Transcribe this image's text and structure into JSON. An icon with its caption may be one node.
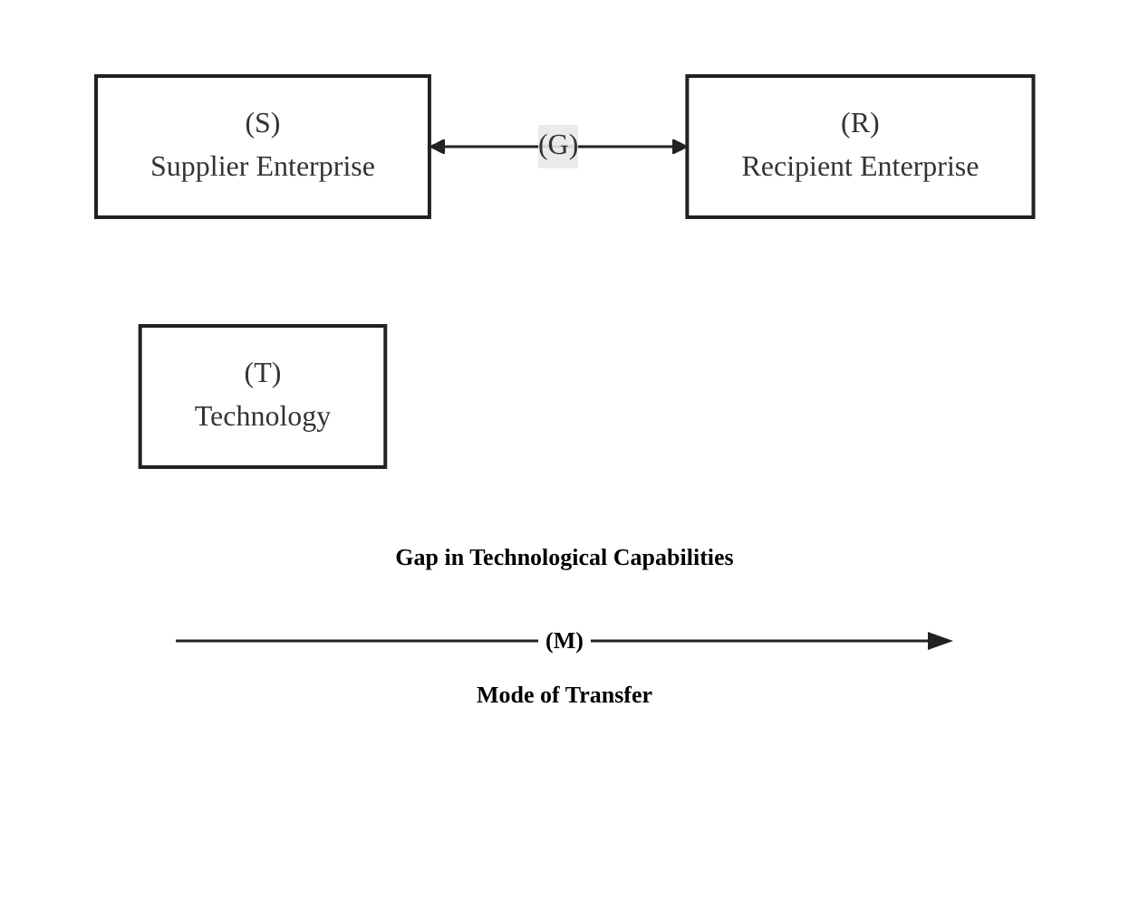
{
  "diagram": {
    "nodes": [
      {
        "text": [
          "(S)",
          "Supplier Enterprise"
        ]
      },
      {
        "text": [
          "(T)",
          "Technology"
        ]
      },
      {
        "text": [
          "(R)",
          "Recipient Enterprise"
        ]
      }
    ],
    "edges": [
      {
        "from": 0,
        "to": 2,
        "arrow": "both",
        "label": "(G)"
      }
    ],
    "labels": [
      "Gap in Technological Capabilities",
      "(M)",
      "Mode of Transfer"
    ]
  }
}
